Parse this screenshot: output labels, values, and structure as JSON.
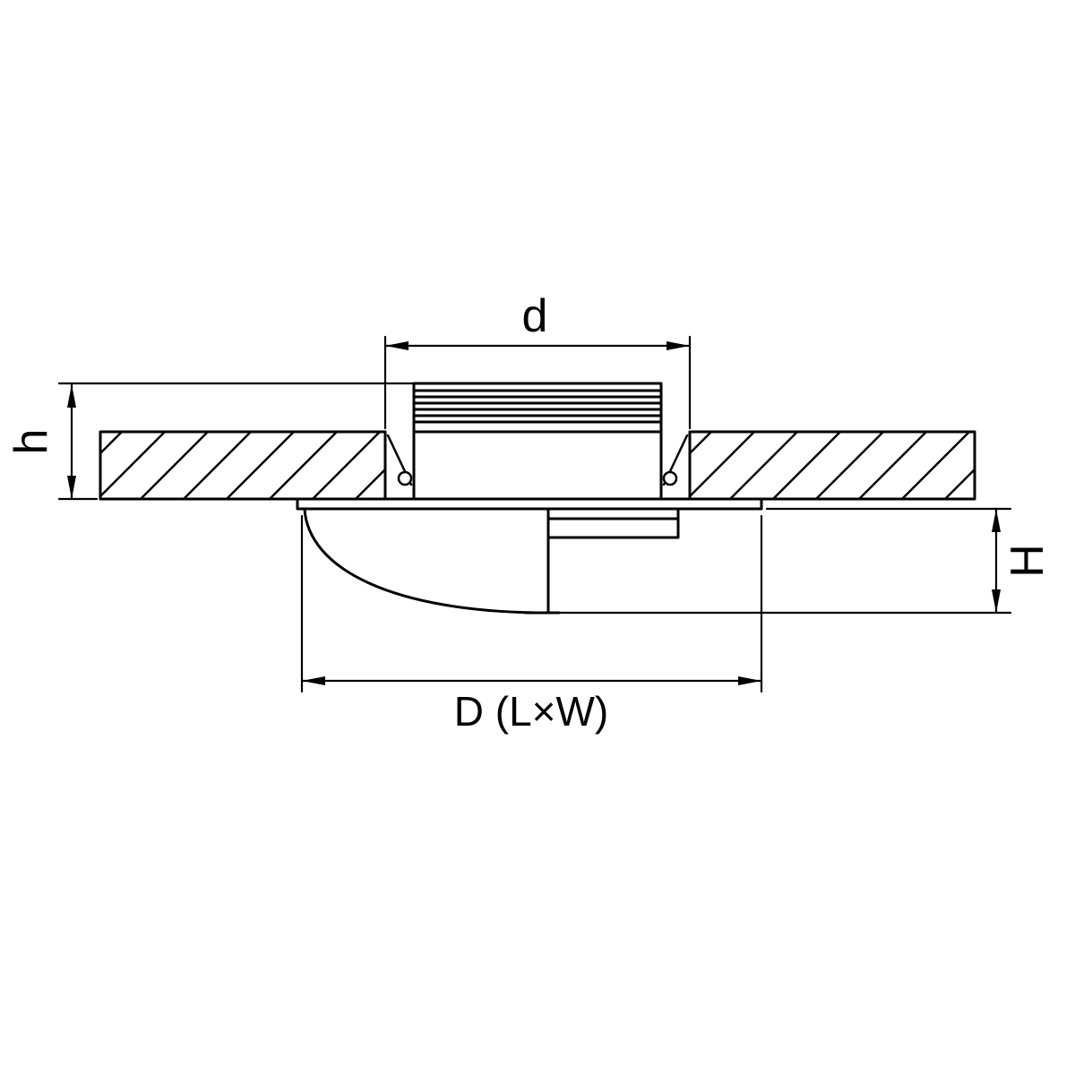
{
  "diagram": {
    "background_color": "#ffffff",
    "line_color": "#000000",
    "labels": {
      "top_dimension": "d",
      "left_dimension": "h",
      "right_dimension": "H",
      "bottom_dimension": "D (L×W)"
    }
  }
}
